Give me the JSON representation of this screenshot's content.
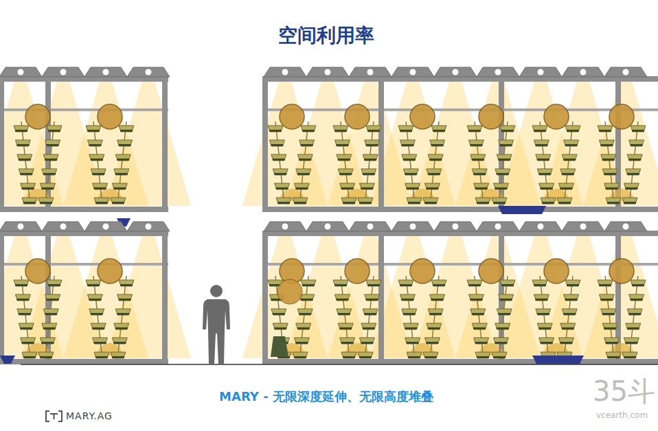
{
  "diagram": {
    "title": "空间利用率",
    "caption": "MARY - 无限深度延伸、无限高度堆叠",
    "labels": [
      "MARY.AG",
      "35斗",
      "vcearth.com"
    ]
  }
}
